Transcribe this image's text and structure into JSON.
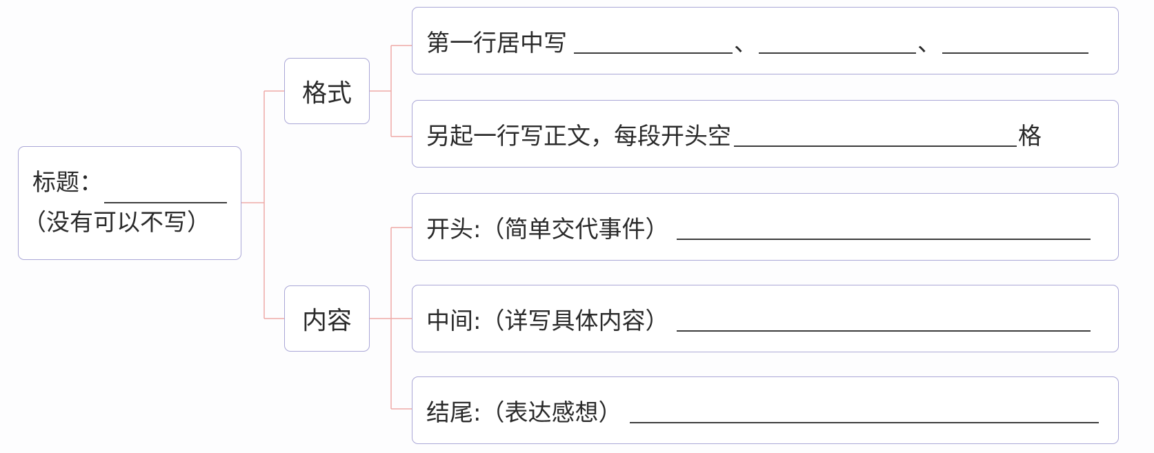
{
  "colors": {
    "connector": "#eeaaa6",
    "node_border": "#a9a6d6",
    "text": "#2a2a2a"
  },
  "root": {
    "label": "标题：",
    "note": "（没有可以不写）"
  },
  "branches": [
    {
      "label": "格式",
      "leaves": [
        {
          "prefix": "第一行居中写",
          "blanks": 3,
          "separator": "、",
          "suffix": ""
        },
        {
          "prefix": "另起一行写正文，每段开头空",
          "blanks": 1,
          "separator": "",
          "suffix": "格"
        }
      ]
    },
    {
      "label": "内容",
      "leaves": [
        {
          "prefix": "开头:（简单交代事件）",
          "blanks": 1,
          "separator": "",
          "suffix": ""
        },
        {
          "prefix": "中间:（详写具体内容）",
          "blanks": 1,
          "separator": "",
          "suffix": ""
        },
        {
          "prefix": "结尾:（表达感想）",
          "blanks": 1,
          "separator": "",
          "suffix": ""
        }
      ]
    }
  ]
}
